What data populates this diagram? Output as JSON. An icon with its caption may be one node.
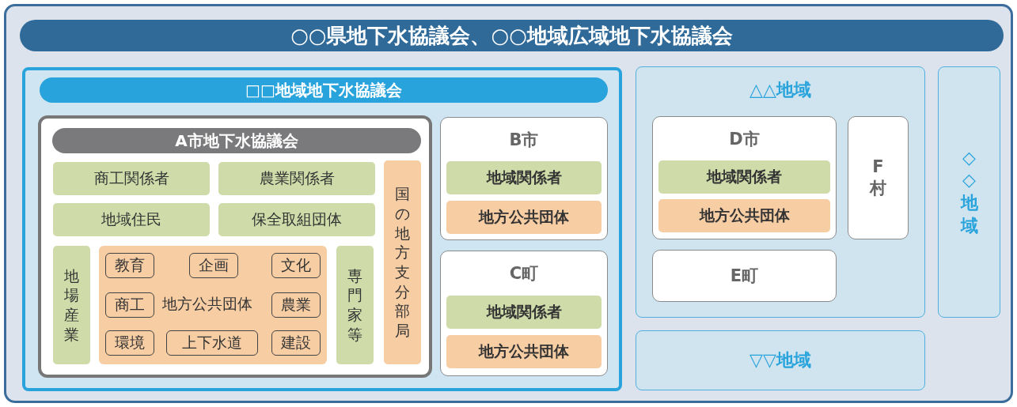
{
  "diagram": {
    "nodes": [
      {
        "text": [
          "○○県地下水協議会、○○地域広域地下水協議会"
        ]
      },
      {
        "text": [
          "□□地域地下水協議会"
        ],
        "in": 0
      },
      {
        "text": [
          "A市地下水協議会"
        ],
        "in": 1
      },
      {
        "text": [
          "商工関係者"
        ],
        "in": 2
      },
      {
        "text": [
          "農業関係者"
        ],
        "in": 2
      },
      {
        "text": [
          "地域住民"
        ],
        "in": 2
      },
      {
        "text": [
          "保全取組団体"
        ],
        "in": 2
      },
      {
        "text": [
          "地場産業"
        ],
        "in": 2
      },
      {
        "text": [
          "地方公共団体"
        ],
        "in": 2
      },
      {
        "text": [
          "教育"
        ],
        "in": 8
      },
      {
        "text": [
          "企画"
        ],
        "in": 8
      },
      {
        "text": [
          "文化"
        ],
        "in": 8
      },
      {
        "text": [
          "商工"
        ],
        "in": 8
      },
      {
        "text": [
          "農業"
        ],
        "in": 8
      },
      {
        "text": [
          "環境"
        ],
        "in": 8
      },
      {
        "text": [
          "上下水道"
        ],
        "in": 8
      },
      {
        "text": [
          "建設"
        ],
        "in": 8
      },
      {
        "text": [
          "専門家等"
        ],
        "in": 2
      },
      {
        "text": [
          "国の地方支分部局"
        ],
        "in": 2
      },
      {
        "text": [
          "B市"
        ],
        "in": 1
      },
      {
        "text": [
          "地域関係者"
        ],
        "in": 19
      },
      {
        "text": [
          "地方公共団体"
        ],
        "in": 19
      },
      {
        "text": [
          "C町"
        ],
        "in": 1
      },
      {
        "text": [
          "地域関係者"
        ],
        "in": 22
      },
      {
        "text": [
          "地方公共団体"
        ],
        "in": 22
      },
      {
        "text": [
          "△△地域"
        ],
        "in": 0
      },
      {
        "text": [
          "D市"
        ],
        "in": 25
      },
      {
        "text": [
          "地域関係者"
        ],
        "in": 26
      },
      {
        "text": [
          "地方公共団体"
        ],
        "in": 26
      },
      {
        "text": [
          "F村"
        ],
        "in": 25
      },
      {
        "text": [
          "E町"
        ],
        "in": 25
      },
      {
        "text": [
          "▽▽地域"
        ],
        "in": 0
      },
      {
        "text": [
          "◇◇地域"
        ],
        "in": 0
      }
    ]
  }
}
